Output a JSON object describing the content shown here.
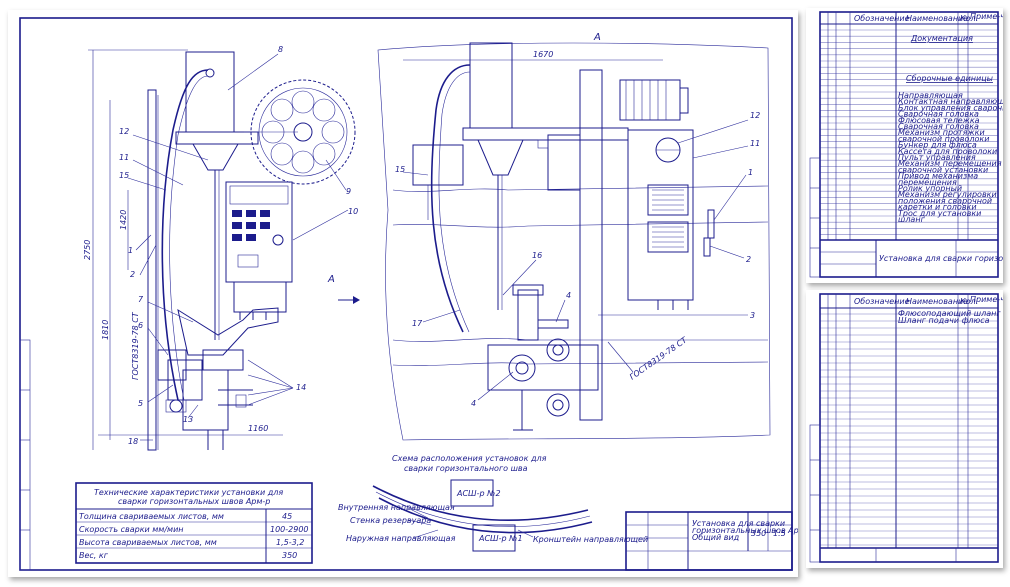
{
  "main_sheet": {
    "view_label": "A",
    "section_marker": "A",
    "callouts_left": [
      "8",
      "12",
      "11",
      "15",
      "10",
      "9",
      "1",
      "2",
      "7",
      "6",
      "5",
      "13",
      "14",
      "18"
    ],
    "callouts_right": [
      "15",
      "12",
      "11",
      "1",
      "2",
      "16",
      "17",
      "4",
      "4",
      "3"
    ],
    "dimensions_left": [
      "2750",
      "1420",
      "1810",
      "1160"
    ],
    "dimension_right": "1670",
    "gost_left": "ГОСТ8319-78 СТ",
    "gost_right": "ГОСТ8319-78 СТ",
    "scheme_title": "Схема расположения установок для сварки горизонтального шва",
    "scheme_units": [
      "АСШ-р №2",
      "АСШ-р №1"
    ],
    "scheme_labels": [
      "Внутренняя направляющая",
      "Стенка резервуара",
      "Наружная направляющая",
      "Кронштейн направляющей"
    ],
    "spec_table": {
      "title": "Технические характеристики установки для сварки горизонтальных швов Арм-р",
      "rows": [
        {
          "label": "Толщина свариваемых листов, мм",
          "value": "45"
        },
        {
          "label": "Скорость сварки мм/мин",
          "value": "100-2900"
        },
        {
          "label": "Высота свариваемых листов, мм",
          "value": "1,5-3,2"
        },
        {
          "label": "Вес, кг",
          "value": "350"
        }
      ]
    },
    "title_block": {
      "name": "Установка для сварки горизонтальных швов Арм-р Общий вид",
      "mass": "350",
      "scale": "1:5"
    }
  },
  "spec_sheet_1": {
    "header": [
      "Обозначение",
      "Наименование",
      "Кол.",
      "Приме-чание"
    ],
    "section_doc": "Документация",
    "section_units": "Сборочные единицы",
    "items": [
      "Направляющая",
      "Контактная направляющая",
      "Блок управления сварочный",
      "Сварочная головка",
      "Флюсовая тележка",
      "Сварочная головка",
      "Механизм протяжки",
      "сварочной проволоки",
      "Бункер для флюса",
      "Кассета для проволоки",
      "Пульт управления",
      "Механизм перемещения",
      "сварочной установки",
      "Привод механизма",
      "перемещения",
      "Ролик упорный",
      "Механизм регулировки",
      "положения сварочной",
      "каретки и головки",
      "Трос для установки",
      "шланг"
    ],
    "title_name": "Установка для сварки горизонтальных швов Арм-р"
  },
  "spec_sheet_2": {
    "header": [
      "Обозначение",
      "Наименование",
      "Кол.",
      "Приме-чание"
    ],
    "items": [
      "Флюсоподающий шланг",
      "Шланг подачи флюса"
    ]
  }
}
